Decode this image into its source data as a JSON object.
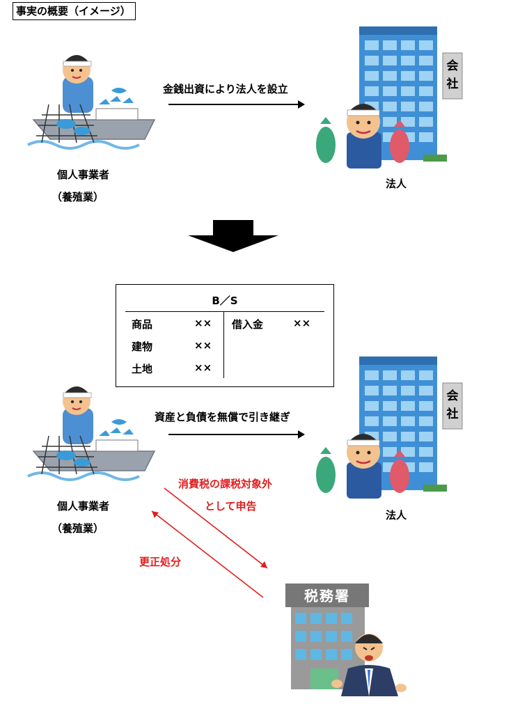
{
  "title": "事実の概要（イメージ）",
  "row1": {
    "individual_label_1": "個人事業者",
    "individual_label_2": "（養殖業）",
    "arrow_label": "金銭出資により法人を設立",
    "corporation_label": "法人",
    "company_sign": "会社"
  },
  "balance_sheet": {
    "title": "B／S",
    "left": [
      {
        "item": "商品",
        "value": "××"
      },
      {
        "item": "建物",
        "value": "××"
      },
      {
        "item": "土地",
        "value": "××"
      }
    ],
    "right": [
      {
        "item": "借入金",
        "value": "××"
      }
    ]
  },
  "row2": {
    "individual_label_1": "個人事業者",
    "individual_label_2": "（養殖業）",
    "arrow_label": "資産と負債を無償で引き継ぎ",
    "corporation_label": "法人",
    "company_sign": "会社",
    "report_label_1": "消費税の課税対象外",
    "report_label_2": "として申告",
    "correction_label": "更正処分",
    "tax_office_sign": "税務署"
  },
  "colors": {
    "red_text": "#e01e1e",
    "building_blue": "#3f8fd6",
    "window_light": "#9fd3f3",
    "shirt_blue": "#4d8fd3",
    "fish_blue": "#3a9bd8",
    "fish_green": "#3aa87a",
    "fish_red": "#e05a6a",
    "boat_gray": "#9aa3ad",
    "tax_office_gray": "#9a9a9a"
  }
}
